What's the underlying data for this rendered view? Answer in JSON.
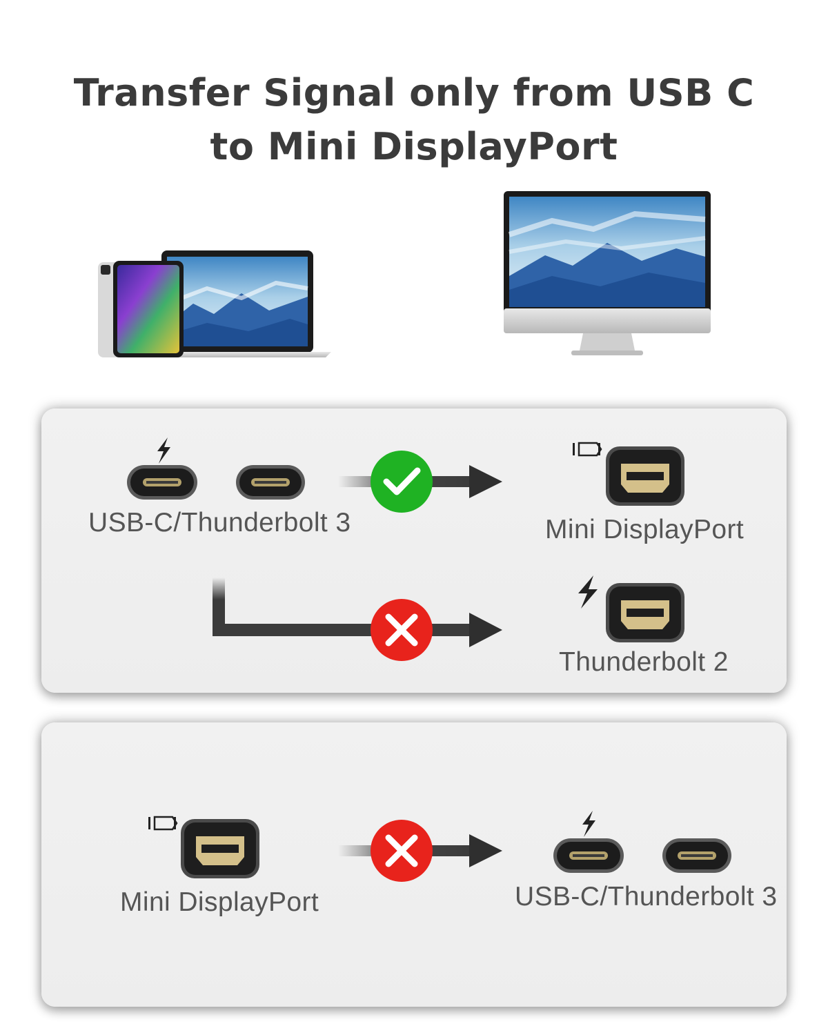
{
  "title": {
    "line1": "Transfer Signal only from USB C",
    "line2": "to Mini DisplayPort"
  },
  "panel_compatible": {
    "source_label": "USB-C/Thunderbolt 3",
    "target_label": "Mini DisplayPort",
    "status_icon": "check-icon",
    "status_color": "#1fb223"
  },
  "panel_incompatible_tb2": {
    "target_label": "Thunderbolt 2",
    "status_icon": "cross-icon",
    "status_color": "#e8231c"
  },
  "panel_reverse": {
    "source_label": "Mini DisplayPort",
    "target_label": "USB-C/Thunderbolt 3",
    "status_icon": "cross-icon",
    "status_color": "#e8231c"
  },
  "icons": {
    "thunderbolt": "lightning-bolt-icon",
    "displayport": "displayport-logo-icon",
    "usb_c_port": "usb-c-port-icon",
    "mini_dp_port": "mini-displayport-port-icon"
  }
}
